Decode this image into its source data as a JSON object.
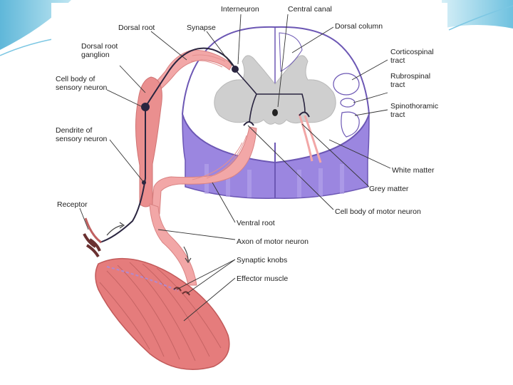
{
  "diagram": {
    "labels": {
      "interneuron": "Interneuron",
      "central_canal": "Central canal",
      "dorsal_root": "Dorsal root",
      "synapse": "Synapse",
      "dorsal_column": "Dorsal column",
      "dorsal_root_ganglion_1": "Dorsal root",
      "dorsal_root_ganglion_2": "ganglion",
      "corticospinal_1": "Corticospinal",
      "corticospinal_2": "tract",
      "cell_body_sensory_1": "Cell body of",
      "cell_body_sensory_2": "sensory neuron",
      "rubrospinal_1": "Rubrospinal",
      "rubrospinal_2": "tract",
      "spinothoramic_1": "Spinothoramic",
      "spinothoramic_2": "tract",
      "dendrite_sensory_1": "Dendrite of",
      "dendrite_sensory_2": "sensory neuron",
      "white_matter": "White matter",
      "grey_matter": "Grey matter",
      "cell_body_motor": "Cell body of motor neuron",
      "receptor": "Receptor",
      "ventral_root": "Ventral root",
      "axon_motor": "Axon of motor neuron",
      "synaptic_knobs": "Synaptic knobs",
      "effector_muscle": "Effector muscle"
    },
    "colors": {
      "slide_accent": "#8fd3e8",
      "cord_white": "#ffffff",
      "cord_outline": "#7a64b8",
      "cord_purple": "#9b86e0",
      "cord_purple_dark": "#7d67c8",
      "grey_matter": "#cfcfcf",
      "nerve_pink": "#f2a7a7",
      "ganglion_pink": "#ea8f8f",
      "muscle_red": "#e57c7c",
      "neuron_dark": "#2a2540",
      "leader_line": "#333333"
    }
  }
}
